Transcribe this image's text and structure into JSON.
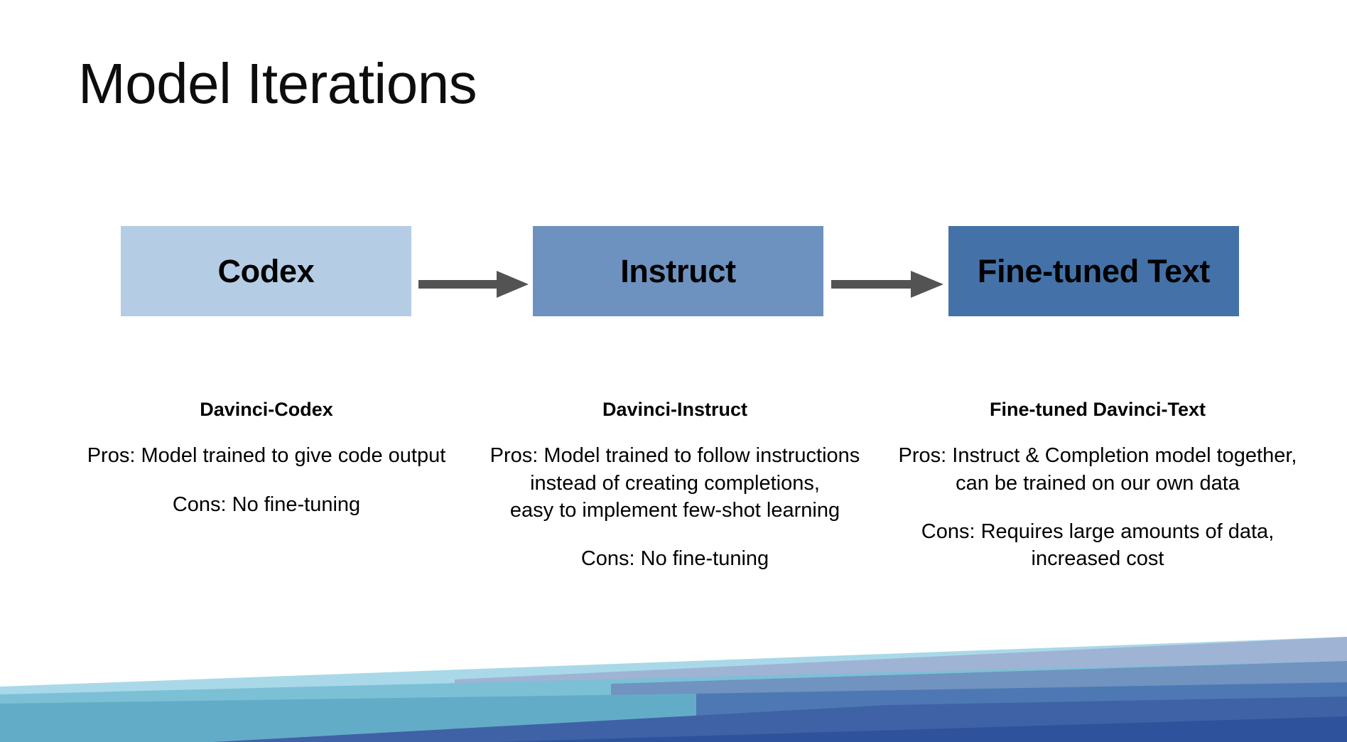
{
  "slide": {
    "title": "Model Iterations",
    "background_color": "#ffffff",
    "text_color": "#000000"
  },
  "flow": {
    "arrow_color": "#535353",
    "arrow_icon_name": "right-arrow-icon",
    "boxes": [
      {
        "label": "Codex",
        "fill": "#b4cde4"
      },
      {
        "label": "Instruct",
        "fill": "#6e92bf"
      },
      {
        "label": "Fine-tuned Text",
        "fill": "#4472a8"
      }
    ]
  },
  "captions": [
    {
      "heading": "Davinci-Codex",
      "pros": "Pros: Model trained to give code output",
      "cons": "Cons: No fine-tuning"
    },
    {
      "heading": "Davinci-Instruct",
      "pros": "Pros: Model trained to follow instructions\ninstead of creating completions,\neasy to implement few-shot learning",
      "cons": "Cons: No fine-tuning"
    },
    {
      "heading": "Fine-tuned Davinci-Text",
      "pros": "Pros: Instruct & Completion model together,\ncan be trained on our own data",
      "cons": "Cons: Requires large amounts of data,\nincreased cost"
    }
  ],
  "decoration": {
    "wave_name": "bottom-wave-decoration",
    "band_colors": [
      "#a9d9e8",
      "#7cc0d6",
      "#63acc8",
      "#9fb3d5",
      "#7093bf",
      "#4e78b4",
      "#3f62a6",
      "#2f529c"
    ]
  }
}
